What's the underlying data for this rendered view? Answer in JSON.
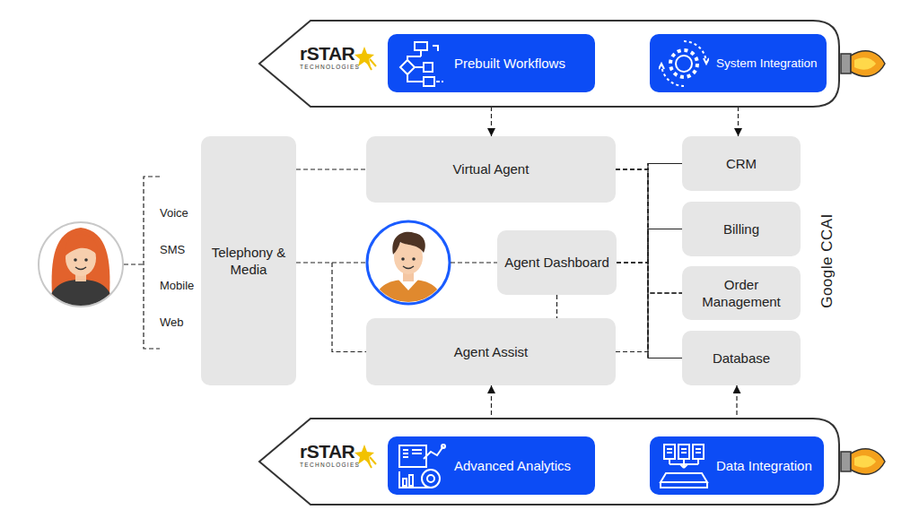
{
  "diagram": {
    "nodes": [
      {
        "text": [
          "rSTAR",
          "TECHNOLOGIES"
        ]
      },
      {
        "text": [
          "Prebuilt Workflows"
        ],
        "in": 0
      },
      {
        "text": [
          "System Integration"
        ],
        "in": 0
      },
      {
        "text": [
          "Telephony & Media"
        ]
      },
      {
        "text": [
          "Virtual Agent"
        ]
      },
      {
        "text": [
          "Agent Dashboard"
        ]
      },
      {
        "text": [
          "Agent Assist"
        ]
      },
      {
        "text": [
          "CRM"
        ]
      },
      {
        "text": [
          "Billing"
        ]
      },
      {
        "text": [
          "Order Management"
        ]
      },
      {
        "text": [
          "Database"
        ]
      },
      {
        "text": [
          "rSTAR",
          "TECHNOLOGIES"
        ]
      },
      {
        "text": [
          "Advanced Analytics"
        ],
        "in": 11
      },
      {
        "text": [
          "Data Integration"
        ],
        "in": 11
      }
    ],
    "edges": [
      {
        "from": 1,
        "to": 4,
        "arrow": "to"
      },
      {
        "from": 2,
        "to": 7,
        "arrow": "to"
      },
      {
        "from": 12,
        "to": 6,
        "arrow": "to"
      },
      {
        "from": 13,
        "to": 10,
        "arrow": "to"
      },
      {
        "from": 3,
        "to": 4,
        "arrow": "none"
      },
      {
        "from": 3,
        "to": 6,
        "arrow": "none"
      },
      {
        "from": 5,
        "to": 6,
        "arrow": "none"
      },
      {
        "from": 4,
        "to": 7,
        "arrow": "none"
      },
      {
        "from": 4,
        "to": 8,
        "arrow": "none"
      },
      {
        "from": 4,
        "to": 9,
        "arrow": "none"
      },
      {
        "from": 4,
        "to": 10,
        "arrow": "none"
      },
      {
        "from": 5,
        "to": 7,
        "arrow": "none"
      },
      {
        "from": 5,
        "to": 8,
        "arrow": "none"
      },
      {
        "from": 5,
        "to": 9,
        "arrow": "none"
      },
      {
        "from": 5,
        "to": 10,
        "arrow": "none"
      },
      {
        "from": 6,
        "to": 7,
        "arrow": "none"
      },
      {
        "from": 6,
        "to": 8,
        "arrow": "none"
      },
      {
        "from": 6,
        "to": 9,
        "arrow": "none"
      },
      {
        "from": 6,
        "to": 10,
        "arrow": "none"
      }
    ],
    "labels": [
      "Voice",
      "SMS",
      "Mobile",
      "Web",
      "Google CCAI"
    ]
  }
}
